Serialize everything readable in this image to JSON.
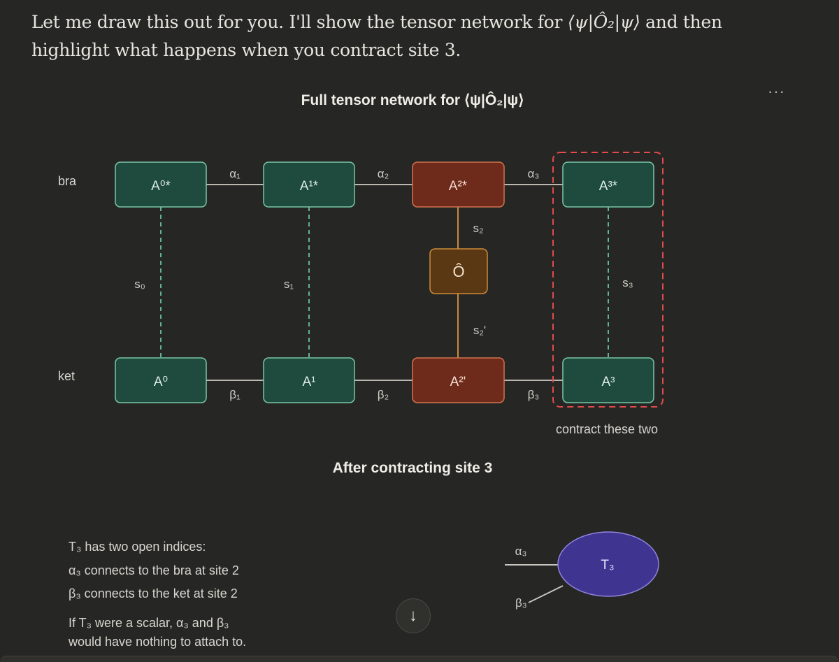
{
  "intro": {
    "part1": "Let me draw this out for you. I'll show the tensor network for ",
    "math": "⟨ψ|Ô₂|ψ⟩",
    "part2": " and then highlight what happens when you contract site 3."
  },
  "menu": {
    "more_label": "···"
  },
  "colors": {
    "green_fill": "#1f4a3e",
    "green_stroke": "#78c7a6",
    "red_fill": "#6e2a1a",
    "red_stroke": "#d2734f",
    "op_fill": "#5a3814",
    "op_stroke": "#cc8b3a",
    "purple_fill": "#3f3591",
    "purple_stroke": "#8d83dc",
    "dashed_box": "#e04b4b",
    "bond_line": "#b9b7af",
    "physical_green": "#5fb492",
    "physical_op": "#cf8a3a"
  },
  "diagram": {
    "title": "Full tensor network for ⟨ψ|Ô₂|ψ⟩",
    "row_labels": {
      "bra": "bra",
      "ket": "ket"
    },
    "bra_tensors": [
      "A⁰*",
      "A¹*",
      "A²*",
      "A³*"
    ],
    "ket_tensors": [
      "A⁰",
      "A¹",
      "A²'",
      "A³"
    ],
    "bra_bonds": [
      "α₁",
      "α₂",
      "α₃"
    ],
    "ket_bonds": [
      "β₁",
      "β₂",
      "β₃"
    ],
    "physical": [
      "s₀",
      "s₁",
      "s₂",
      "s₂'",
      "s₃"
    ],
    "operator": "Ô",
    "contract_caption": "contract these two"
  },
  "after": {
    "title": "After contracting site 3",
    "tensor": "T₃",
    "alpha": "α₃",
    "beta": "β₃",
    "notes": [
      "T₃ has two open indices:",
      "α₃ connects to the bra at site 2",
      "β₃ connects to the ket at site 2"
    ],
    "scalar_note": [
      "If T₃ were a scalar, α₃ and β₃",
      "would have nothing to attach to."
    ]
  },
  "scroll": {
    "icon": "↓"
  }
}
